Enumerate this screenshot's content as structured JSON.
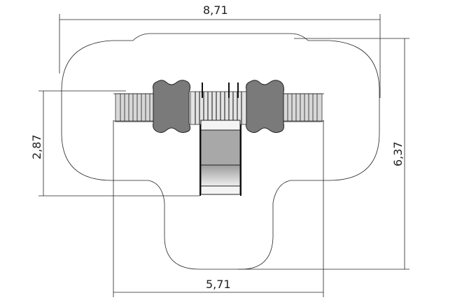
{
  "dimensions": {
    "overall_width": "8,71",
    "overall_depth": "6,37",
    "left_depth": "2,87",
    "bottom_width": "5,71"
  },
  "colors": {
    "panel": "#7a7a7a",
    "deck": "#d8d8d8",
    "slide": "#a8a8a8",
    "line": "#222222"
  }
}
